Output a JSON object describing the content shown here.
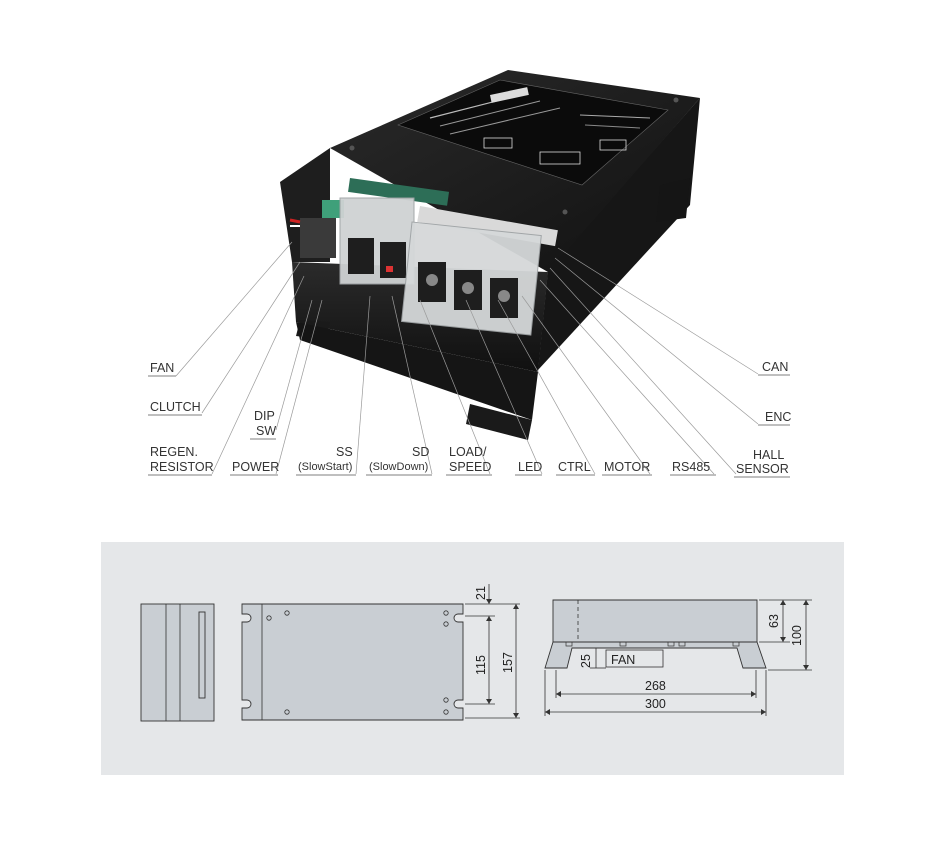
{
  "callouts": {
    "fan": "FAN",
    "clutch": "CLUTCH",
    "dip_sw": [
      "DIP",
      "SW"
    ],
    "regen_resistor": [
      "REGEN.",
      "RESISTOR"
    ],
    "power": "POWER",
    "ss": [
      "SS",
      "(SlowStart)"
    ],
    "sd": [
      "SD",
      "(SlowDown)"
    ],
    "load_speed": [
      "LOAD/",
      "SPEED"
    ],
    "led": "LED",
    "ctrl": "CTRL",
    "motor": "MOTOR",
    "rs485": "RS485",
    "hall_sensor": [
      "HALL",
      "SENSOR"
    ],
    "enc": "ENC",
    "can": "CAN"
  },
  "dimensions": {
    "d21": "21",
    "d115": "115",
    "d157": "157",
    "d63": "63",
    "d100": "100",
    "d25": "25",
    "fan": "FAN",
    "d268": "268",
    "d300": "300"
  },
  "colors": {
    "panel_bg": "#e5e7e9",
    "drawing_fill": "#c9ced3",
    "device_body": "#1c1c1c"
  }
}
